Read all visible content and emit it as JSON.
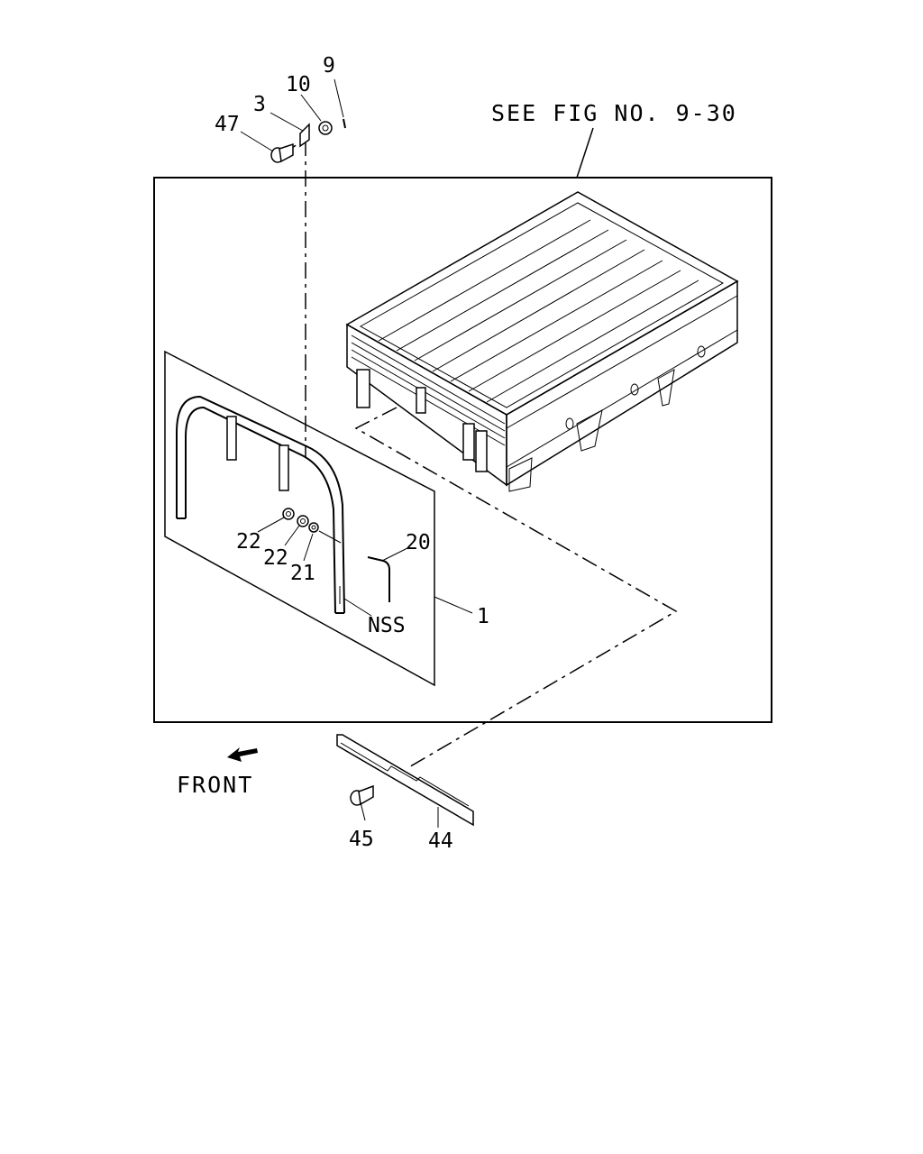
{
  "reference": "SEE FIG NO. 9-30",
  "direction": "FRONT",
  "labels": {
    "p9": "9",
    "p10": "10",
    "p3": "3",
    "p47": "47",
    "p22a": "22",
    "p22b": "22",
    "p21": "21",
    "p20": "20",
    "p1": "1",
    "nss": "NSS",
    "p45": "45",
    "p44": "44"
  },
  "colors": {
    "line": "#000000",
    "background": "#ffffff"
  }
}
